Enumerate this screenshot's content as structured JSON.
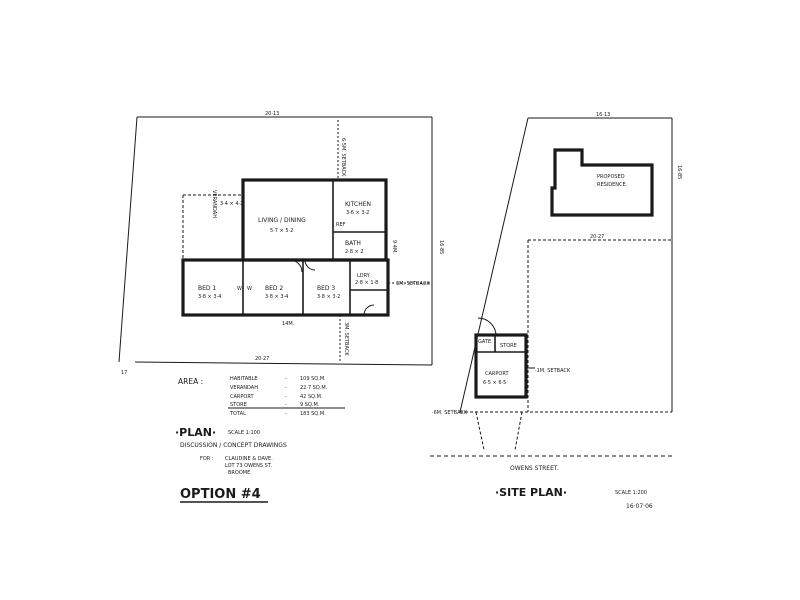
{
  "plan": {
    "top_boundary": "20·13",
    "right_boundary": "16·85",
    "front_setback": "6·5M. SETBACK",
    "side_setback_right": "3M. SETBACK",
    "bottom_setback": "3M. SETBACK",
    "bottom_dim": "14M.",
    "left_dim": "17",
    "bottom_boundary": "20·27",
    "verandah_label": "VERANDAH",
    "verandah_dims": "3·4 × 4·2",
    "living": "LIVING / DINING",
    "living_dims": "5·7 × 5·2",
    "kitchen": "KITCHEN",
    "kitchen_dims": "3·6 × 3·2",
    "ref": "REF",
    "bath": "BATH",
    "bath_dims": "2·8 × 2",
    "ldry": "LDRY",
    "ldry_dims": "2·8 × 1·8",
    "bed1": "BED 1",
    "bed1_dims": "3·8 × 3·4",
    "bed2": "BED 2",
    "bed2_dims": "3·8 × 3·4",
    "bed3": "BED 3",
    "bed3_dims": "3·8 × 3·2",
    "right_dim": "9·4M.",
    "w_label1": "W",
    "w_label2": "W"
  },
  "area": {
    "heading": "AREA :",
    "rows": [
      {
        "label": "HABITABLE",
        "dash": "-",
        "value": "109 SQ.M."
      },
      {
        "label": "VERANDAH",
        "dash": "-",
        "value": "22·7 SQ.M."
      },
      {
        "label": "CARPORT",
        "dash": "-",
        "value": "42 SQ.M."
      },
      {
        "label": "STORE",
        "dash": "-",
        "value": "9 SQ.M."
      },
      {
        "label": "TOTAL",
        "dash": "-",
        "value": "183 SQ.M."
      }
    ]
  },
  "notes": {
    "plan_title": "·PLAN·",
    "plan_scale": "SCALE 1:100",
    "discussion": "DISCUSSION / CONCEPT DRAWINGS",
    "for": "FOR :",
    "client": "CLAUDINE & DAVE.",
    "lot": "LOT 73 OWENS ST.",
    "town": "BROOME.",
    "option": "OPTION #4"
  },
  "site": {
    "top_dim": "16·13",
    "right_dim": "16·85",
    "proposed": "PROPOSED",
    "residence": "RESIDENCE.",
    "mid_dim": "20·27",
    "gate": "GATE.",
    "store": "STORE",
    "carport": "CARPORT",
    "carport_dims": "6·5 × 6·5",
    "setback1": "·1M. SETBACK",
    "setback2": "·6M. SETBACK",
    "street": "OWENS STREET.",
    "title": "·SITE PLAN·",
    "scale": "SCALE 1:200",
    "date": "16·07·06"
  }
}
